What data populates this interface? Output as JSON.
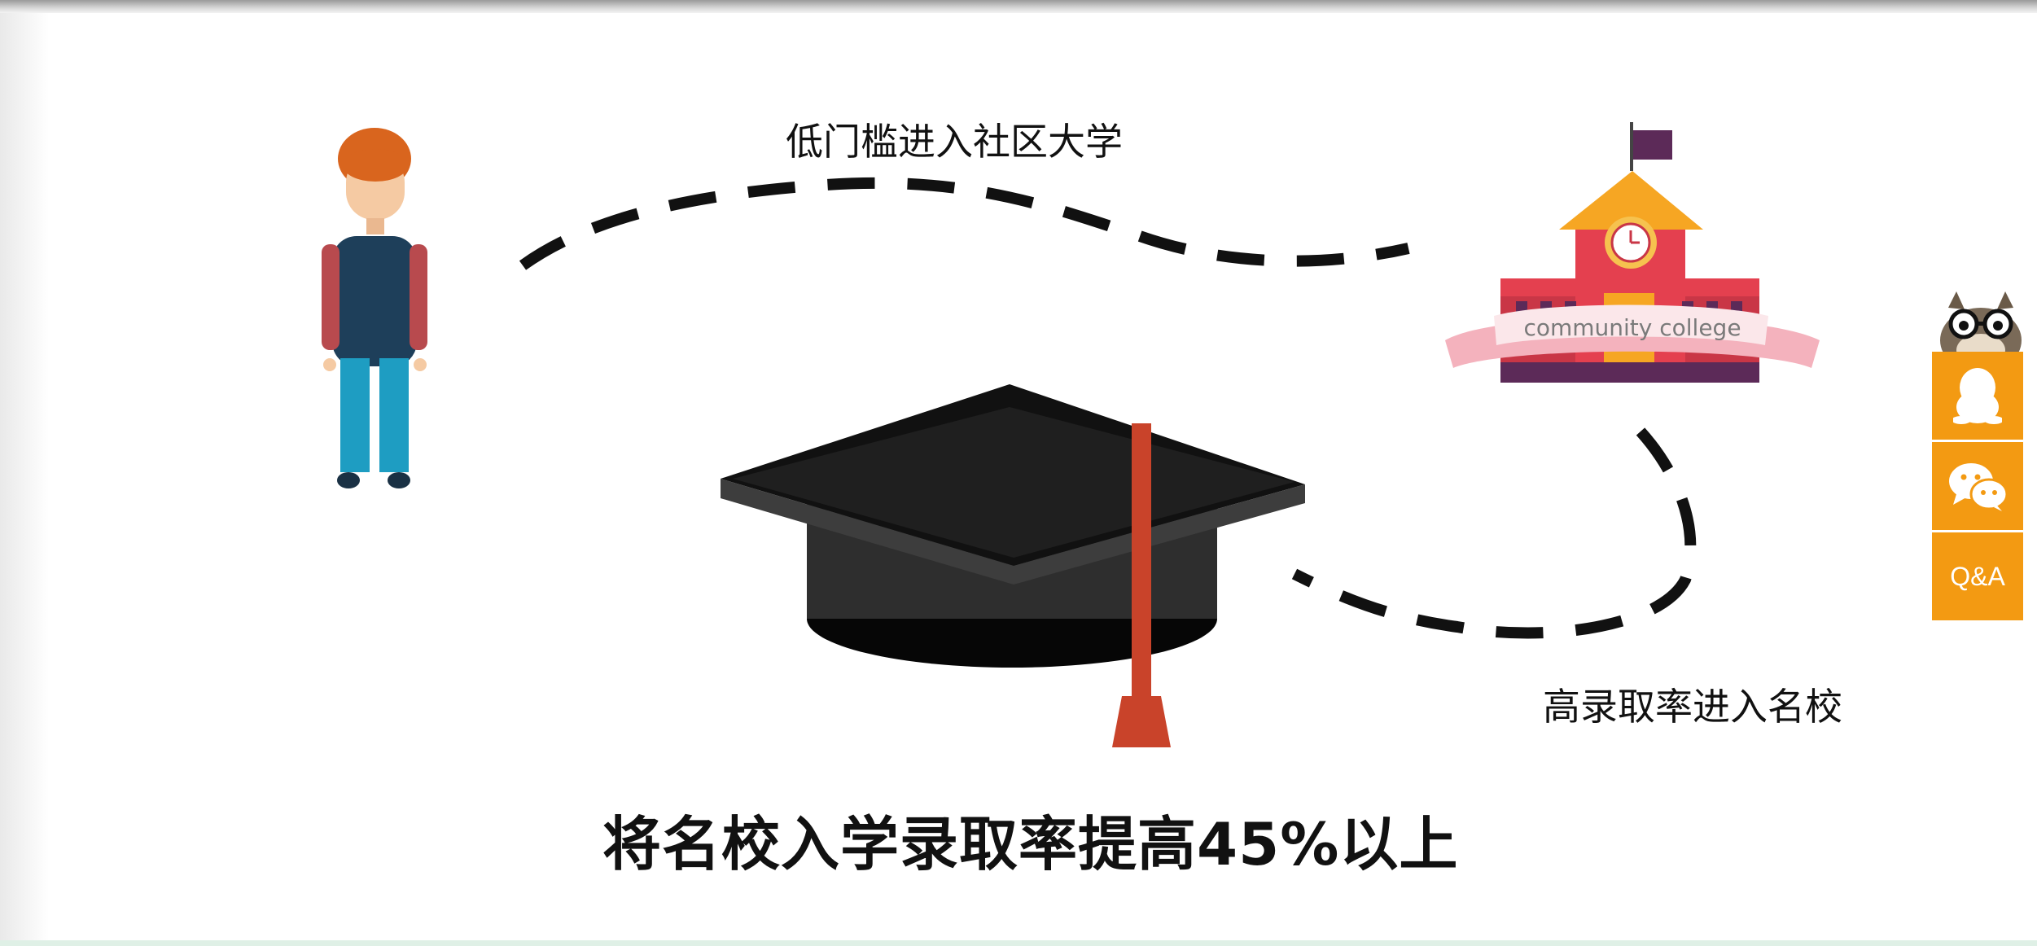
{
  "infographic": {
    "path_top_label": "低门槛进入社区大学",
    "path_bottom_label": "高录取率进入名校",
    "headline": "将名校入学录取率提高45%以上",
    "school_banner_text": "community college"
  },
  "side_bar": {
    "items": [
      {
        "icon": "qq-penguin-icon",
        "label": ""
      },
      {
        "icon": "wechat-icon",
        "label": ""
      },
      {
        "icon": "",
        "label": "Q&A"
      }
    ]
  },
  "colors": {
    "accent_orange": "#f39a12",
    "cap_black": "#1b1b1b",
    "tassel_red": "#c9432a",
    "school_red": "#e4404f",
    "school_roof": "#f6a623"
  }
}
